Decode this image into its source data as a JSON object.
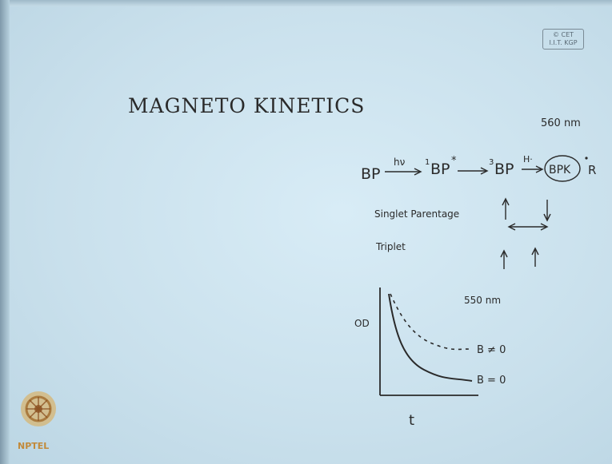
{
  "title": "MAGNETO KINETICS",
  "stamp": {
    "line1": "© CET",
    "line2": "I.I.T. KGP"
  },
  "logo": {
    "text": "NPTEL"
  },
  "wavelengths": {
    "top": "560 nm",
    "graph": "550 nm"
  },
  "scheme": {
    "bp": "BP",
    "hv": "hν",
    "singlet_sup": "1",
    "singlet": "BP",
    "star": "*",
    "triplet_sup": "3",
    "triplet": "BP",
    "h_radical": "H·",
    "bpk": "BPK",
    "r_radical": "R"
  },
  "notes": {
    "singlet_parentage": "Singlet Parentage",
    "triplet": "Triplet"
  },
  "graph": {
    "ylabel": "OD",
    "xlabel": "t",
    "curve_field_on": "B ≠ 0",
    "curve_field_off": "B = 0"
  }
}
